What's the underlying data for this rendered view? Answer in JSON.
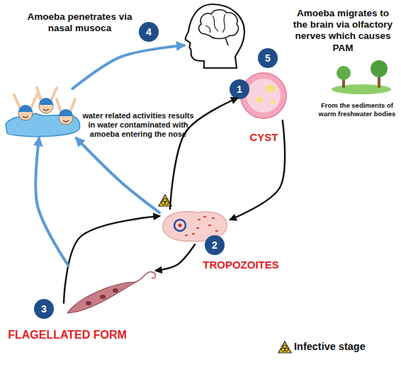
{
  "diagram": {
    "nodes": [
      {
        "text": [
          "CYST"
        ]
      },
      {
        "text": [
          "TROPOZOITES"
        ]
      },
      {
        "text": [
          "FLAGELLATED FORM"
        ]
      },
      {
        "text": [
          "water related activities results in water contaminated with amoeba entering the nose"
        ]
      },
      {
        "text": [
          "Amoeba migrates to the brain via olfactory nerves which causes PAM"
        ]
      }
    ],
    "edges": [
      {
        "from": 0,
        "to": 1,
        "arrow": "to"
      },
      {
        "from": 1,
        "to": 0,
        "arrow": "to"
      },
      {
        "from": 1,
        "to": 2,
        "arrow": "to"
      },
      {
        "from": 2,
        "to": 1,
        "arrow": "to"
      },
      {
        "from": 2,
        "to": 3,
        "arrow": "to"
      },
      {
        "from": 1,
        "to": 3,
        "arrow": "to"
      },
      {
        "from": 3,
        "to": 4,
        "label": "Amoeba penetrates via nasal musoca",
        "arrow": "to"
      }
    ],
    "labels": [
      "4",
      "5",
      "1",
      "From the sediments of warm freshwater bodies",
      "2",
      "3"
    ],
    "legend": [
      {
        "text": "Infective stage"
      }
    ]
  }
}
